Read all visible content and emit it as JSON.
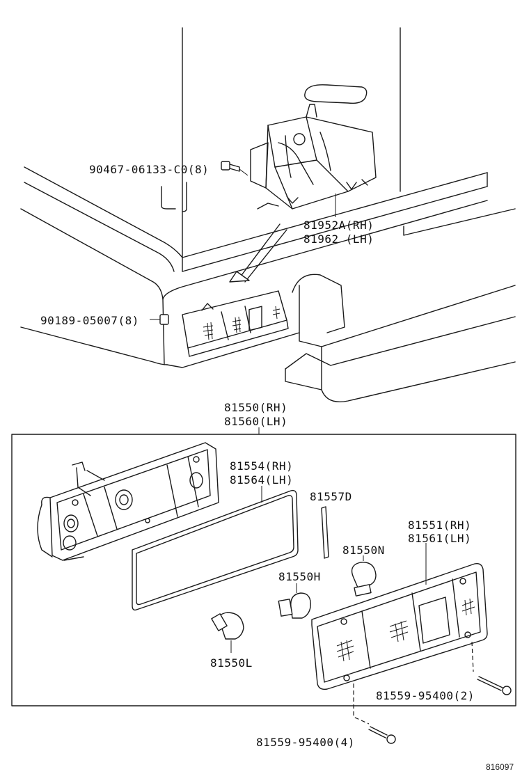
{
  "labels": {
    "bolt_top": "90467-06133-C0(8)",
    "bracket_rh": "81952A(RH)",
    "bracket_lh": "81962  (LH)",
    "nut": "90189-05007(8)",
    "assy_rh": "81550(RH)",
    "assy_lh": "81560(LH)",
    "gasket_rh": "81554(RH)",
    "gasket_lh": "81564(LH)",
    "part_d": "81557D",
    "bulb_n": "81550N",
    "bulb_h": "81550H",
    "bulb_l": "81550L",
    "lens_rh": "81551(RH)",
    "lens_lh": "81561(LH)",
    "screw_2": "81559-95400(2)",
    "screw_4": "81559-95400(4)",
    "figure_code": "816097"
  }
}
